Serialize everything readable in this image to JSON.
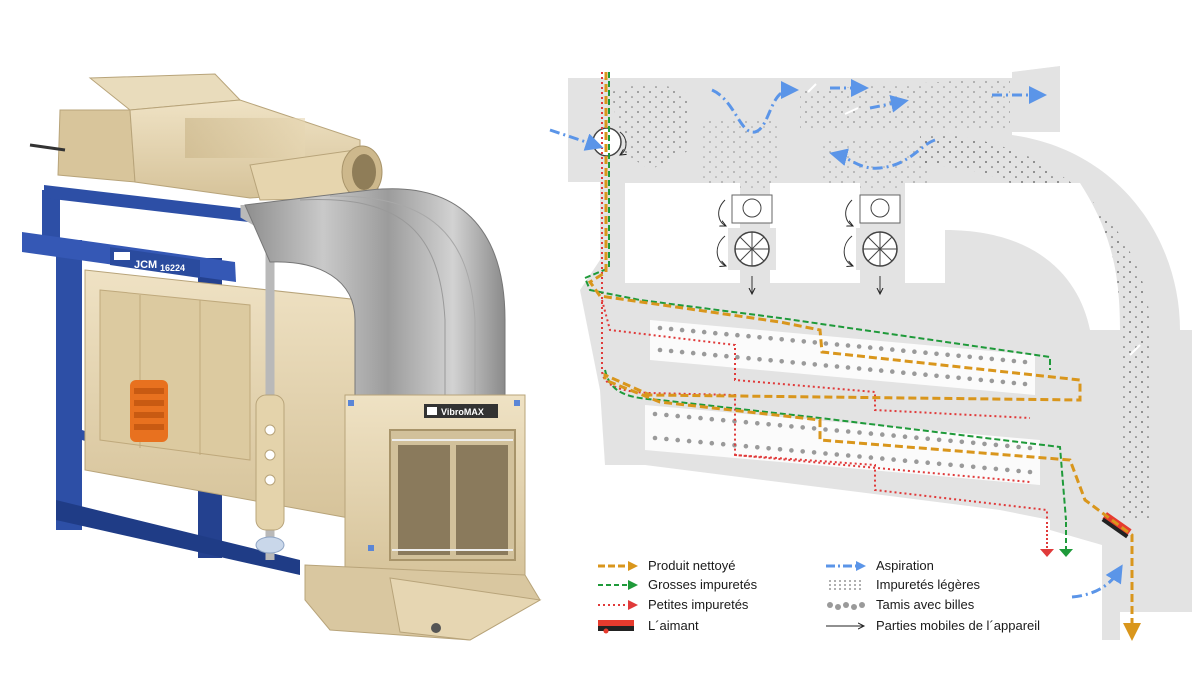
{
  "machine": {
    "model_brand": "JCM",
    "model_number": "16224",
    "vibro_plate": "VibroMAX"
  },
  "legend": {
    "produit_nettoye": "Produit nettoyé",
    "grosses_impuretes": "Grosses impuretés",
    "petites_impuretes": "Petites impuretés",
    "aimant": "L´aimant",
    "aspiration": "Aspiration",
    "impuretes_legeres": "Impuretés légères",
    "tamis_billes": "Tamis avec billes",
    "parties_mobiles": "Parties mobiles de l´appareil"
  },
  "colors": {
    "produit_nettoye": "#d9961c",
    "grosses_impuretes": "#1f9a3a",
    "petites_impuretes": "#e03a3a",
    "aspiration": "#5b95e8",
    "machine_body": "#e6d6b2",
    "frame_blue": "#2d4fa6",
    "diagram_body": "#e3e3e3",
    "aimant_red": "#e63b2e"
  }
}
